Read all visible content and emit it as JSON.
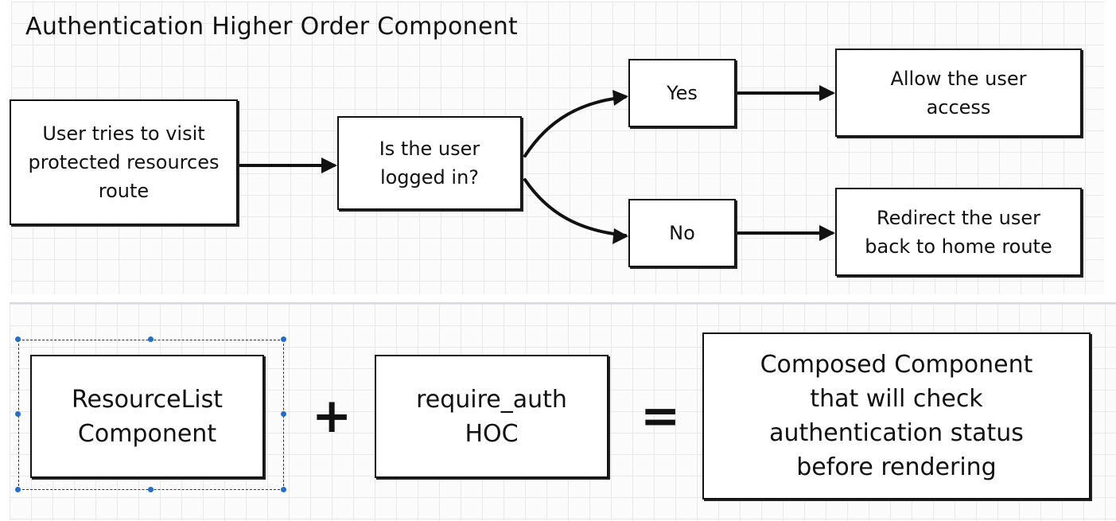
{
  "title": "Authentication Higher Order Component",
  "flow": {
    "start": "User tries to visit protected resources route",
    "decision": "Is the user logged in?",
    "yes": "Yes",
    "no": "No",
    "yes_result": "Allow the user access",
    "no_result": "Redirect the user back to home route"
  },
  "composition": {
    "component": [
      "ResourceList",
      "Component"
    ],
    "plus": "+",
    "hoc": [
      "require_auth",
      "HOC"
    ],
    "equals": "=",
    "result": [
      "Composed Component",
      "that will check",
      "authentication status",
      "before rendering"
    ]
  },
  "colors": {
    "grid": "#e7e7ec",
    "stroke": "#111111",
    "selection_handle": "#1f6fd1"
  }
}
